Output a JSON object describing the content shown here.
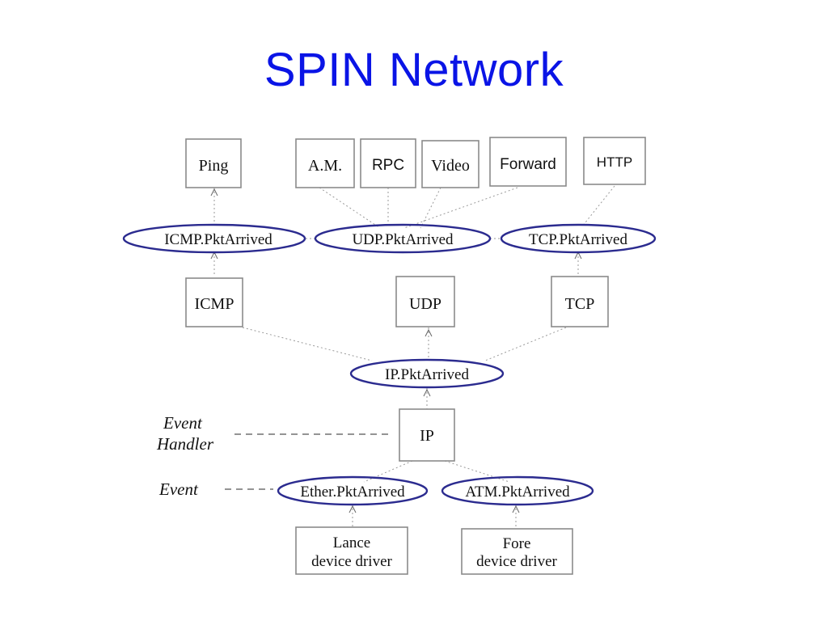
{
  "title": "SPIN Network",
  "apps": {
    "ping": "Ping",
    "am": "A.M.",
    "rpc": "RPC",
    "video": "Video",
    "forward": "Forward",
    "http": "HTTP"
  },
  "events_top": {
    "icmp": "ICMP.PktArrived",
    "udp": "UDP.PktArrived",
    "tcp": "TCP.PktArrived"
  },
  "protocols": {
    "icmp": "ICMP",
    "udp": "UDP",
    "tcp": "TCP"
  },
  "ip_event": "IP.PktArrived",
  "ip": "IP",
  "events_bottom": {
    "ether": "Ether.PktArrived",
    "atm": "ATM.PktArrived"
  },
  "drivers": {
    "lance_line1": "Lance",
    "lance_line2": "device driver",
    "fore_line1": "Fore",
    "fore_line2": "device driver"
  },
  "legend": {
    "event_handler_line1": "Event",
    "event_handler_line2": "Handler",
    "event": "Event"
  }
}
